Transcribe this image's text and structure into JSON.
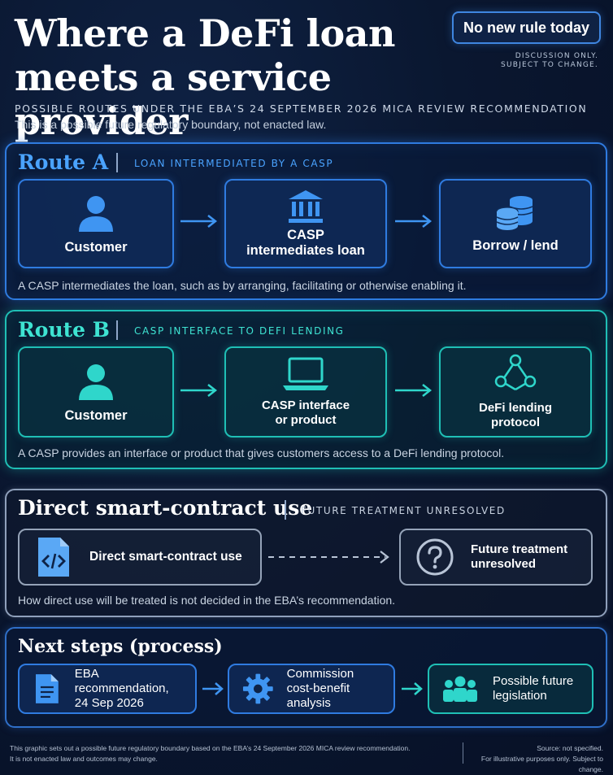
{
  "header": {
    "title_line1": "Where a DeFi loan",
    "title_line2": "meets a service provider",
    "badge": "No new rule today",
    "disclaimer_line1": "DISCUSSION ONLY.",
    "disclaimer_line2": "SUBJECT TO CHANGE.",
    "kicker": "POSSIBLE ROUTES UNDER THE EBA’S 24 SEPTEMBER 2026 MICA REVIEW RECOMMENDATION",
    "subline": "This is a possible future regulatory boundary, not enacted law."
  },
  "route_a": {
    "title": "Route A",
    "subtitle": "LOAN INTERMEDIATED BY A CASP",
    "steps": [
      {
        "label": "Customer",
        "icon": "person-icon"
      },
      {
        "label_line1": "CASP",
        "label_line2": "intermediates loan",
        "icon": "bank-icon"
      },
      {
        "label": "Borrow / lend",
        "icon": "coins-icon"
      }
    ],
    "description": "A CASP intermediates the loan, such as by arranging, facilitating or otherwise enabling it.",
    "color": "#2f7be0"
  },
  "route_b": {
    "title": "Route B",
    "subtitle": "CASP INTERFACE TO DEFI LENDING",
    "steps": [
      {
        "label": "Customer",
        "icon": "person-icon"
      },
      {
        "label_line1": "CASP interface",
        "label_line2": "or product",
        "icon": "laptop-icon"
      },
      {
        "label_line1": "DeFi lending",
        "label_line2": "protocol",
        "icon": "network-icon"
      }
    ],
    "description": "A CASP provides an interface or product that gives customers access to a DeFi lending protocol.",
    "color": "#1fbfb5"
  },
  "direct": {
    "title": "Direct smart-contract use",
    "subtitle": "FUTURE TREATMENT UNRESOLVED",
    "steps": [
      {
        "label": "Direct smart-contract use",
        "icon": "code-file-icon"
      },
      {
        "label_line1": "Future treatment",
        "label_line2": "unresolved",
        "icon": "question-icon"
      }
    ],
    "description": "How direct use will be treated is not decided in the EBA’s recommendation."
  },
  "next_steps": {
    "title": "Next steps (process)",
    "steps": [
      {
        "label_line1": "EBA recommendation,",
        "label_line2": "24 Sep 2026",
        "icon": "document-icon"
      },
      {
        "label_line1": "Commission",
        "label_line2": "cost-benefit analysis",
        "icon": "gear-icon"
      },
      {
        "label_line1": "Possible future",
        "label_line2": "legislation",
        "icon": "people-icon"
      }
    ]
  },
  "footer": {
    "left_line1": "This graphic sets out a possible future regulatory boundary based on the EBA’s 24 September 2026 MICA review recommendation.",
    "left_line2": "It is not enacted law and outcomes may change.",
    "right_line1": "Source: not specified.",
    "right_line2": "For illustrative purposes only. Subject to change."
  }
}
